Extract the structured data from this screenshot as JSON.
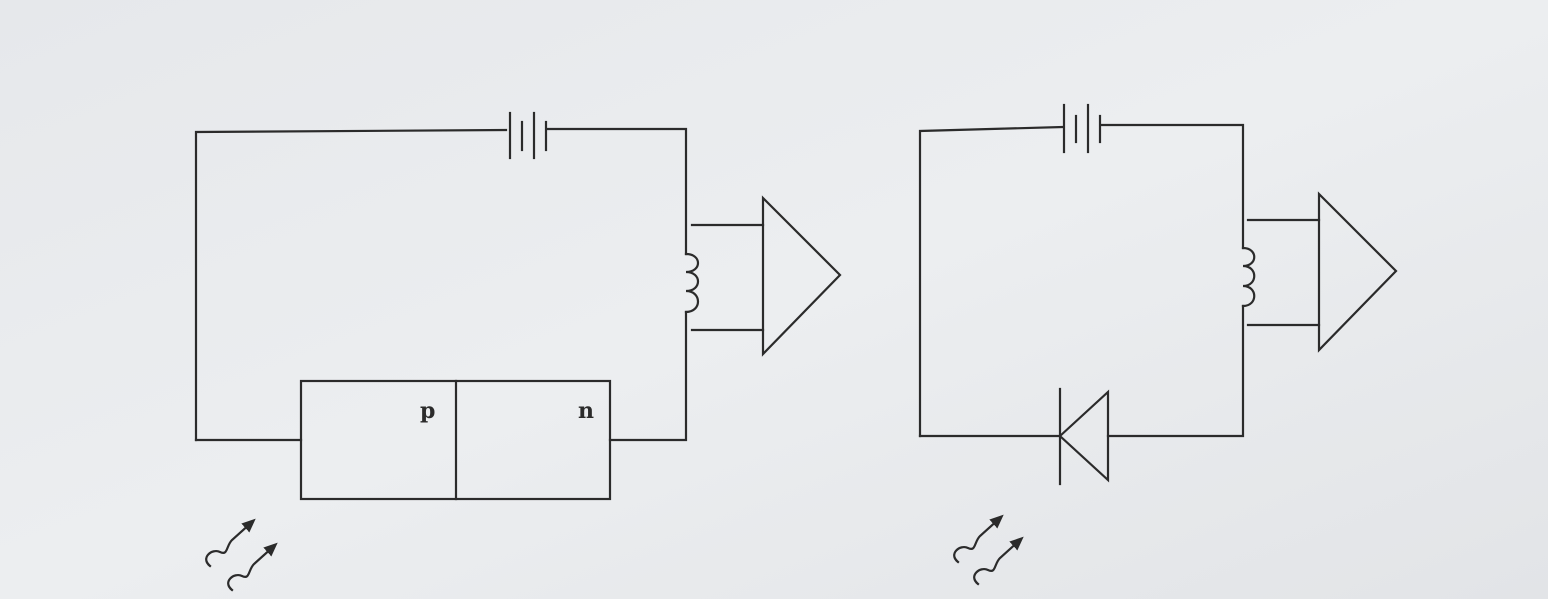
{
  "page": {
    "background": "#e9ebee",
    "ink_color": "#2b2b2b"
  },
  "left_circuit": {
    "components": [
      "battery",
      "coil",
      "amplifier",
      "pn-junction",
      "incident-light"
    ],
    "junction_labels": {
      "p": "p",
      "n": "n"
    }
  },
  "right_circuit": {
    "components": [
      "battery",
      "coil",
      "amplifier",
      "photodiode",
      "incident-light"
    ]
  }
}
